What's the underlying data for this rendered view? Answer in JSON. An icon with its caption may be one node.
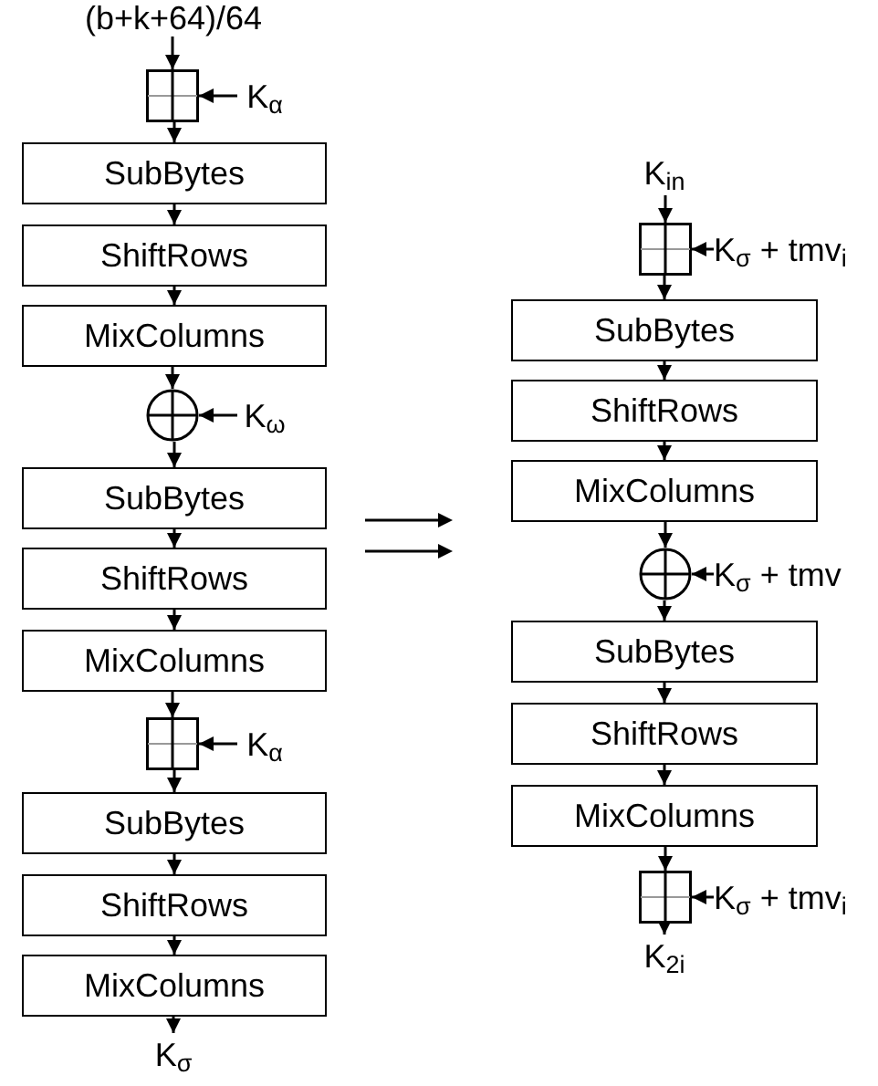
{
  "diagram": {
    "nodes": [
      {
        "text": [
          "(b+k+64)/64"
        ]
      },
      {
        "text": [],
        "shape": "box"
      },
      {
        "text": [
          "K$_{α}$"
        ]
      },
      {
        "text": [
          "SubBytes"
        ]
      },
      {
        "text": [
          "ShiftRows"
        ]
      },
      {
        "text": [
          "MixColumns"
        ]
      },
      {
        "text": [],
        "shape": "circle"
      },
      {
        "text": [
          "K$_{ω}$"
        ]
      },
      {
        "text": [
          "SubBytes"
        ]
      },
      {
        "text": [
          "ShiftRows"
        ]
      },
      {
        "text": [
          "MixColumns"
        ]
      },
      {
        "text": [],
        "shape": "box"
      },
      {
        "text": [
          "K$_{α}$"
        ]
      },
      {
        "text": [
          "SubBytes"
        ]
      },
      {
        "text": [
          "ShiftRows"
        ]
      },
      {
        "text": [
          "MixColumns"
        ]
      },
      {
        "text": [
          "K$_{σ}$"
        ]
      },
      {
        "text": [
          "K$_{in}$"
        ]
      },
      {
        "text": [],
        "shape": "box"
      },
      {
        "text": [
          "K$_{σ}$ + tmv$_{i}$"
        ]
      },
      {
        "text": [
          "SubBytes"
        ]
      },
      {
        "text": [
          "ShiftRows"
        ]
      },
      {
        "text": [
          "MixColumns"
        ]
      },
      {
        "text": [],
        "shape": "circle"
      },
      {
        "text": [
          "K$_{σ}$ + tmv"
        ]
      },
      {
        "text": [
          "SubBytes"
        ]
      },
      {
        "text": [
          "ShiftRows"
        ]
      },
      {
        "text": [
          "MixColumns"
        ]
      },
      {
        "text": [],
        "shape": "box"
      },
      {
        "text": [
          "K$_{σ}$ + tmv$_{i}$"
        ]
      },
      {
        "text": [
          "K$_{2i}$"
        ]
      }
    ],
    "edges": [
      {
        "from": 0,
        "to": 1,
        "arrow": "to"
      },
      {
        "from": 2,
        "to": 1,
        "arrow": "to"
      },
      {
        "from": 1,
        "to": 3,
        "arrow": "to"
      },
      {
        "from": 3,
        "to": 4,
        "arrow": "to"
      },
      {
        "from": 4,
        "to": 5,
        "arrow": "to"
      },
      {
        "from": 5,
        "to": 6,
        "arrow": "to"
      },
      {
        "from": 7,
        "to": 6,
        "arrow": "to"
      },
      {
        "from": 6,
        "to": 8,
        "arrow": "to"
      },
      {
        "from": 8,
        "to": 9,
        "arrow": "to"
      },
      {
        "from": 9,
        "to": 10,
        "arrow": "to"
      },
      {
        "from": 10,
        "to": 11,
        "arrow": "to"
      },
      {
        "from": 12,
        "to": 11,
        "arrow": "to"
      },
      {
        "from": 11,
        "to": 13,
        "arrow": "to"
      },
      {
        "from": 13,
        "to": 14,
        "arrow": "to"
      },
      {
        "from": 14,
        "to": 15,
        "arrow": "to"
      },
      {
        "from": 15,
        "to": 16,
        "arrow": "to"
      },
      {
        "from": 17,
        "to": 18,
        "arrow": "to"
      },
      {
        "from": 19,
        "to": 18,
        "arrow": "to"
      },
      {
        "from": 18,
        "to": 20,
        "arrow": "to"
      },
      {
        "from": 20,
        "to": 21,
        "arrow": "to"
      },
      {
        "from": 21,
        "to": 22,
        "arrow": "to"
      },
      {
        "from": 22,
        "to": 23,
        "arrow": "to"
      },
      {
        "from": 24,
        "to": 23,
        "arrow": "to"
      },
      {
        "from": 23,
        "to": 25,
        "arrow": "to"
      },
      {
        "from": 25,
        "to": 26,
        "arrow": "to"
      },
      {
        "from": 26,
        "to": 27,
        "arrow": "to"
      },
      {
        "from": 27,
        "to": 28,
        "arrow": "to"
      },
      {
        "from": 29,
        "to": 28,
        "arrow": "to"
      },
      {
        "from": 28,
        "to": 30,
        "arrow": "to"
      }
    ]
  }
}
